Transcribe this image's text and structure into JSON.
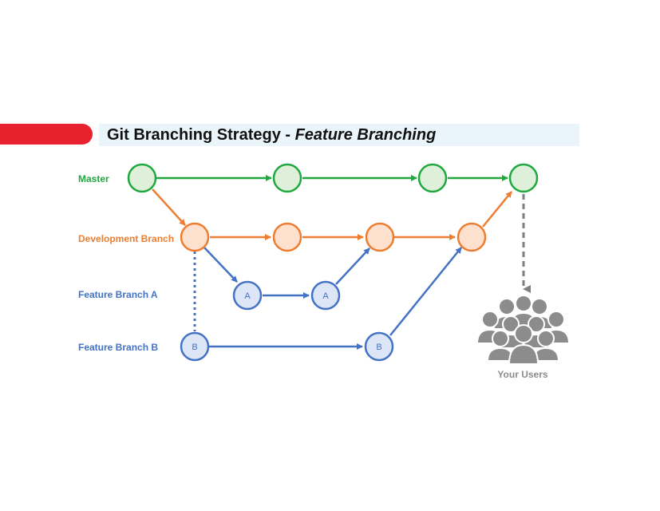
{
  "header": {
    "title_plain": "Git Branching Strategy - ",
    "title_emphasis": "Feature Branching"
  },
  "lanes": {
    "master": "Master",
    "development": "Development Branch",
    "feature_a": "Feature Branch A",
    "feature_b": "Feature Branch B"
  },
  "node_labels": {
    "feature_a": "A",
    "feature_b": "B"
  },
  "users": {
    "label": "Your Users",
    "icon": "users-group-icon"
  },
  "colors": {
    "master": "#1fa83e",
    "master_fill": "#dff0da",
    "development": "#ed7d31",
    "development_fill": "#fde0cd",
    "feature": "#4472c4",
    "feature_fill": "#dce6f6",
    "users": "#8c8c8c",
    "accent_red": "#e8212e"
  }
}
